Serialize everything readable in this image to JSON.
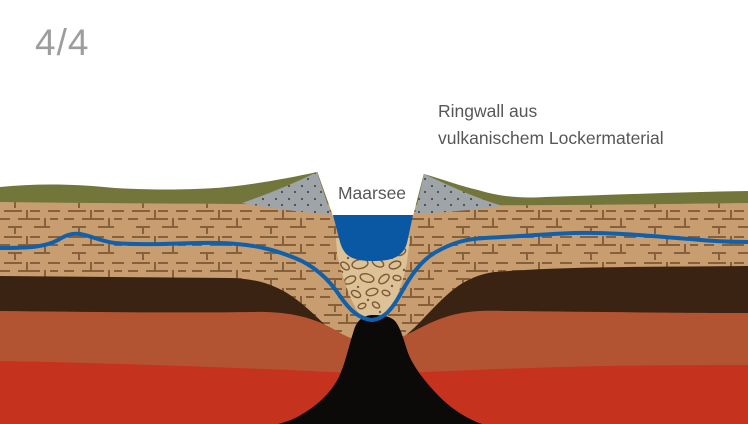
{
  "page": {
    "step_indicator": "4/4"
  },
  "labels": {
    "ringwall": "Ringwall aus\nvulkanischem Lockermaterial",
    "maarsee": "Maarsee"
  },
  "colors": {
    "sky": "#ffffff",
    "grass_layer": "#72763a",
    "limestone_layer": "#c89d6f",
    "limestone_joints": "#7a5530",
    "clay_layer": "#3b2313",
    "sandstone_layer": "#b25432",
    "basement_layer": "#c5331e",
    "maar_lake": "#0a57a3",
    "groundwater_line": "#1160ac",
    "breccia_fill": "#dcc296",
    "breccia_clast": "#7b5a34",
    "tephra_ringwall": "#9fa4a8",
    "tephra_speckle": "#4b4b4b",
    "volcanic_pipe": "#0c0a08",
    "text_label": "#575756",
    "text_step": "#9d9d9c"
  }
}
